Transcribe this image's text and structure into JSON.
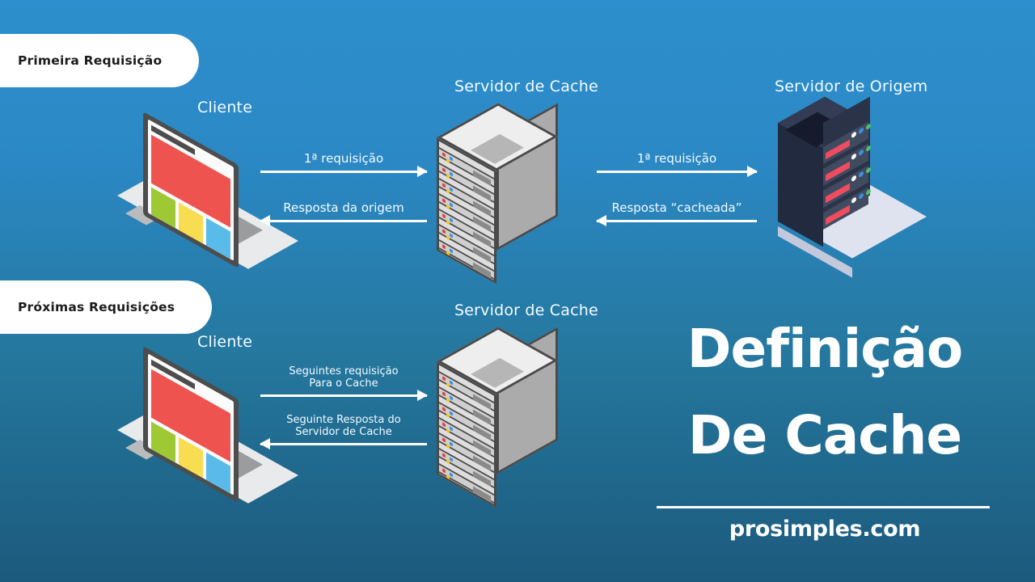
{
  "background": {
    "top_color": "#2d8fcd",
    "bottom_color": "#1c5a7d"
  },
  "sections": [
    {
      "badge_label": "Primeira Requisição"
    },
    {
      "badge_label": "Próximas Requisições"
    }
  ],
  "row_first": {
    "client": {
      "caption": "Cliente",
      "icon": "laptop-icon"
    },
    "cache_server": {
      "caption": "Servidor de Cache",
      "icon": "server-rack-icon"
    },
    "origin_server": {
      "caption": "Servidor de Origem",
      "icon": "server-rack-dark-icon"
    },
    "arrows": [
      {
        "name": "client-to-cache-request",
        "direction": "right",
        "label_line1": "1ª requisição",
        "label_line2": ""
      },
      {
        "name": "cache-to-client-response",
        "direction": "left",
        "label_line1": "Resposta da origem",
        "label_line2": ""
      },
      {
        "name": "cache-to-origin-request",
        "direction": "right",
        "label_line1": "1ª requisição",
        "label_line2": ""
      },
      {
        "name": "origin-to-cache-response",
        "direction": "left",
        "label_line1": "Resposta “cacheada”",
        "label_line2": ""
      }
    ]
  },
  "row_next": {
    "client": {
      "caption": "Cliente",
      "icon": "laptop-icon"
    },
    "cache_server": {
      "caption": "Servidor de Cache",
      "icon": "server-rack-icon"
    },
    "arrows": [
      {
        "name": "client-to-cache-following-request",
        "direction": "right",
        "label_line1": "Seguintes requisição",
        "label_line2": "Para o Cache"
      },
      {
        "name": "cache-to-client-following-response",
        "direction": "left",
        "label_line1": "Seguinte Resposta do",
        "label_line2": "Servidor de Cache"
      }
    ]
  },
  "title": {
    "line1": "Definição",
    "line2": "De Cache",
    "site": "prosimples.com"
  },
  "palette": {
    "laptop_banner": "#ef5350",
    "laptop_card_green": "#9ec935",
    "laptop_card_yellow": "#f7dd4f",
    "laptop_card_blue": "#59bbea",
    "rack_light_body": "#dedede",
    "rack_light_side": "#ababab",
    "rack_dark_body": "#222a40",
    "rack_dark_bar": "#ef4c5f",
    "led_red": "#e8403a",
    "led_blue": "#3d8fe0",
    "led_yellow": "#f5c518",
    "led_green": "#4cc16a",
    "led_white": "#ffffff",
    "arrow_color": "#ffffff",
    "badge_bg": "#ffffff",
    "badge_text": "#1b1b1b"
  }
}
